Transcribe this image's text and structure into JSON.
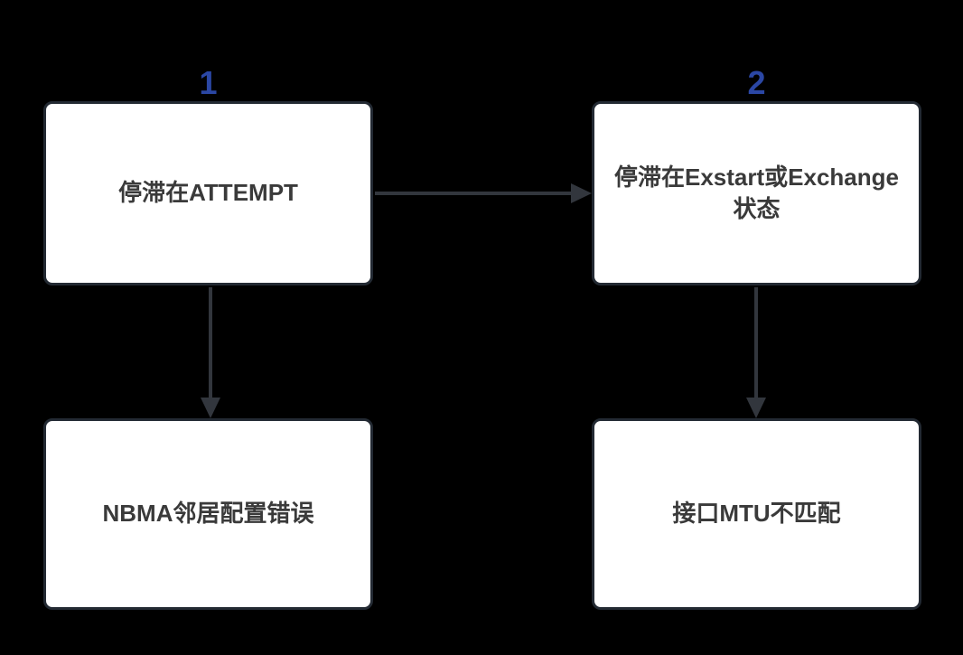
{
  "diagram": {
    "background_color": "#000000",
    "node_fill_color": "#ffffff",
    "node_border_color": "#232a33",
    "node_text_color": "#3a3a3a",
    "step_label_color": "#2b47a4",
    "arrow_color": "#32363d",
    "step_labels": [
      "1",
      "2"
    ],
    "nodes": [
      {
        "id": "stuck-attempt",
        "text": "停滞在ATTEMPT"
      },
      {
        "id": "stuck-exstart-exchange",
        "text": "停滞在Exstart或Exchange状态"
      },
      {
        "id": "nbma-neighbor-misconfig",
        "text": "NBMA邻居配置错误"
      },
      {
        "id": "interface-mtu-mismatch",
        "text": "接口MTU不匹配"
      }
    ],
    "edges": [
      {
        "from": "stuck-attempt",
        "to": "stuck-exstart-exchange",
        "direction": "right"
      },
      {
        "from": "stuck-attempt",
        "to": "nbma-neighbor-misconfig",
        "direction": "down"
      },
      {
        "from": "stuck-exstart-exchange",
        "to": "interface-mtu-mismatch",
        "direction": "down"
      }
    ]
  }
}
